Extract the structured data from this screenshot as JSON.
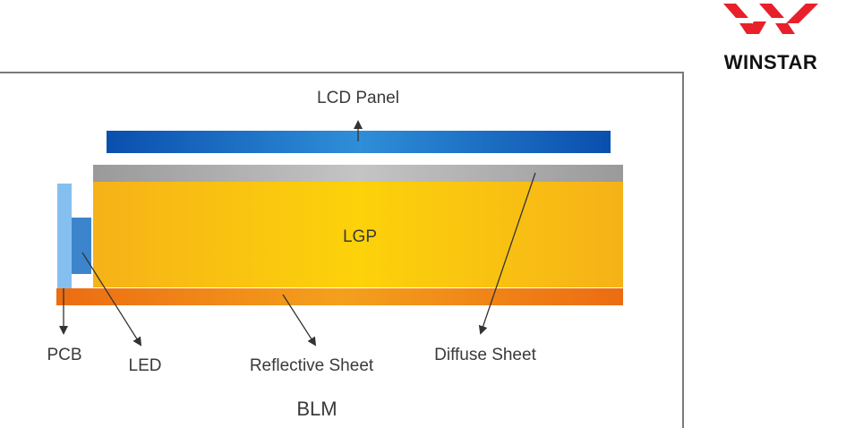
{
  "brand": {
    "name": "WINSTAR",
    "logo_color": "#e8202a"
  },
  "labels": {
    "lcd_panel": "LCD Panel",
    "lgp": "LGP",
    "pcb": "PCB",
    "led": "LED",
    "reflective_sheet": "Reflective Sheet",
    "diffuse_sheet": "Diffuse Sheet",
    "blm": "BLM"
  },
  "colors": {
    "lcd_panel": "#0a57b5",
    "diffuse_sheet": "#a8a8a8",
    "lgp": "#f9bf13",
    "reflective_sheet": "#f07d14",
    "pcb": "#85bff0",
    "led": "#3c85cc"
  }
}
